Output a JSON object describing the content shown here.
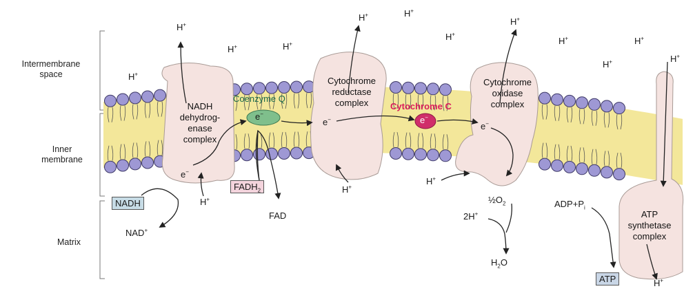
{
  "regions": {
    "intermembrane_l1": "Intermembrane",
    "intermembrane_l2": "space",
    "inner_l1": "Inner",
    "inner_l2": "membrane",
    "matrix": "Matrix"
  },
  "complexes": {
    "c1_l1": "NADH",
    "c1_l2": "dehydrog-",
    "c1_l3": "enase",
    "c1_l4": "complex",
    "coq": "Coenzyme Q",
    "c3_l1": "Cytochrome",
    "c3_l2": "reductase",
    "c3_l3": "complex",
    "cytc": "Cytochrome C",
    "c4_l1": "Cytochrome",
    "c4_l2": "oxidase",
    "c4_l3": "complex",
    "atp_l1": "ATP",
    "atp_l2": "synthetase",
    "atp_l3": "complex"
  },
  "molecules": {
    "h": "H",
    "plus": "+",
    "minus": "−",
    "e": "e",
    "nadh": "NADH",
    "nad": "NAD",
    "fadh": "FADH",
    "fadh_sub": "2",
    "fad": "FAD",
    "two_h": "2H",
    "half": "½",
    "o2": "O",
    "o2_sub": "2",
    "h2o_h": "H",
    "h2o_sub": "2",
    "h2o_o": "O",
    "adp_pi": "ADP+P",
    "pi_sub": "i",
    "atp": "ATP"
  },
  "colors": {
    "membrane_core": "#f3e79a",
    "head": "#9e98d4",
    "protein": "#f5e3e0",
    "cytc": "#d02e6a",
    "coq": "#7fbf8c"
  }
}
